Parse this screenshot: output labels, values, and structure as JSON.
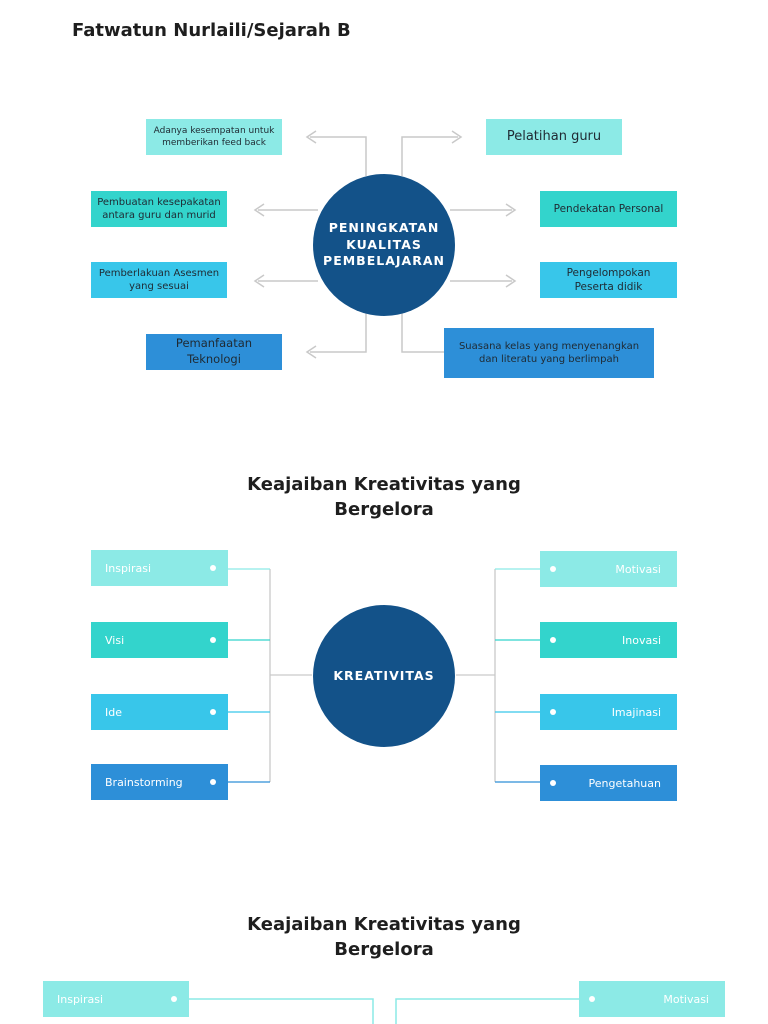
{
  "page_title": "Fatwatun Nurlaili/Sejarah B",
  "diagram1": {
    "hub": "PENINGKATAN\nKUALITAS\nPEMBELAJARAN",
    "left": [
      {
        "label": "Adanya kesempatan untuk memberikan feed back",
        "color": "#8ceae6"
      },
      {
        "label": "Pembuatan kesepakatan antara guru dan murid",
        "color": "#33d4cc"
      },
      {
        "label": "Pemberlakuan Asesmen yang sesuai",
        "color": "#38c6ea"
      },
      {
        "label": "Pemanfaatan Teknologi",
        "color": "#2d8fd8"
      }
    ],
    "right": [
      {
        "label": "Pelatihan guru",
        "color": "#8ceae6"
      },
      {
        "label": "Pendekatan Personal",
        "color": "#33d4cc"
      },
      {
        "label": "Pengelompokan Peserta didik",
        "color": "#38c6ea"
      },
      {
        "label": "Suasana kelas yang menyenangkan dan literatu yang berlimpah",
        "color": "#2d8fd8"
      }
    ]
  },
  "diagram2": {
    "title_line1": "Keajaiban Kreativitas yang",
    "title_line2": "Bergelora",
    "hub": "KREATIVITAS",
    "left": [
      "Inspirasi",
      "Visi",
      "Ide",
      "Brainstorming"
    ],
    "right": [
      "Motivasi",
      "Inovasi",
      "Imajinasi",
      "Pengetahuan"
    ],
    "colors": [
      "#8ceae6",
      "#33d4cc",
      "#38c6ea",
      "#2d8fd8"
    ]
  },
  "diagram3": {
    "title_line1": "Keajaiban Kreativitas yang",
    "title_line2": "Bergelora",
    "left": [
      "Inspirasi"
    ],
    "right": [
      "Motivasi"
    ]
  }
}
